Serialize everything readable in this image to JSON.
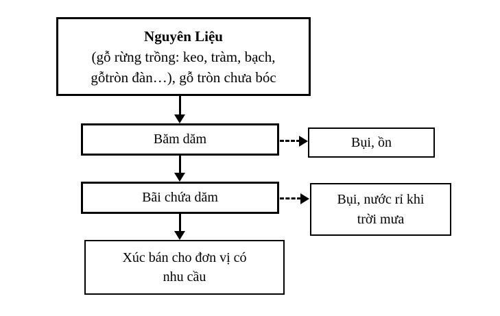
{
  "diagram": {
    "title": "Quy trinh bam dam go",
    "nodes": [
      {
        "id": "raw-material",
        "title": "Nguyên Liệu",
        "line2": "(gỗ rừng trồng: keo, tràm, bạch,",
        "line3": "gỗtròn đàn…), gỗ tròn chưa bóc"
      },
      {
        "id": "chipping",
        "line1": "Băm dăm"
      },
      {
        "id": "dust-noise",
        "line1": "Bụi, ồn"
      },
      {
        "id": "chip-yard",
        "line1": "Bãi chứa dăm"
      },
      {
        "id": "dust-leachate",
        "line1": "Bụi, nước rỉ khi",
        "line2": "trời mưa"
      },
      {
        "id": "sell",
        "line1": "Xúc bán cho đơn vị có",
        "line2": "nhu cầu"
      }
    ],
    "colors": {
      "stroke": "#000000",
      "background": "#ffffff",
      "text": "#000000"
    }
  }
}
